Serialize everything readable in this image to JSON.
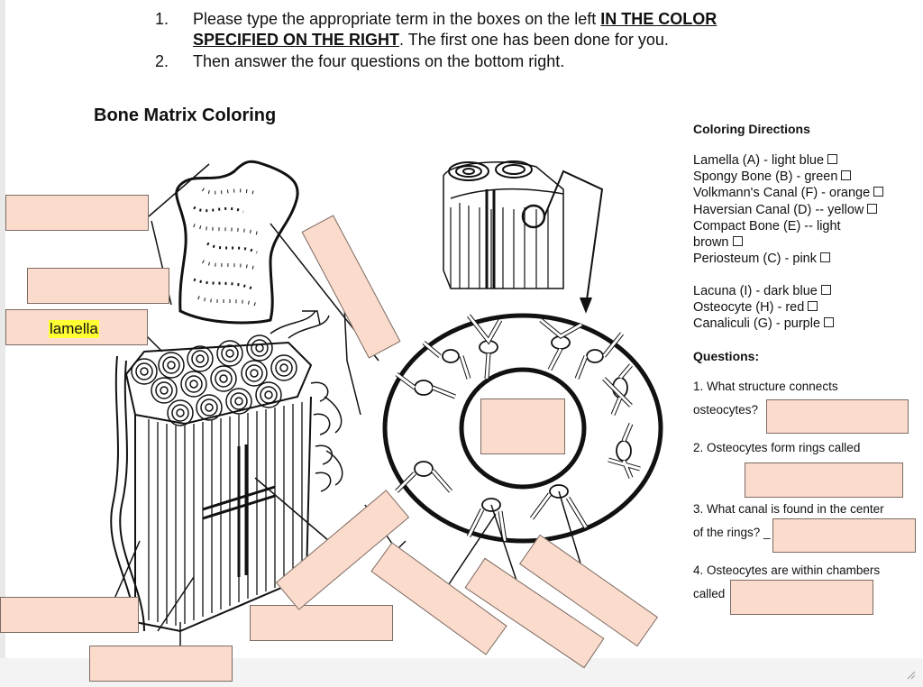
{
  "instructions": [
    {
      "num": "1.",
      "text_before": "Please type the appropriate term in the boxes on the left ",
      "bold1": "IN THE COLOR",
      "bold2": "SPECIFIED ON THE RIGHT",
      "text_after": ". The first one has been done for you."
    },
    {
      "num": "2.",
      "text": "Then answer the four questions on the bottom right."
    }
  ],
  "title": "Bone Matrix Coloring",
  "coloring_directions": {
    "heading": "Coloring Directions",
    "group1": [
      "Lamella (A) - light blue",
      "Spongy Bone (B) - green",
      "Volkmann's Canal (F) - orange",
      "Haversian Canal (D) -- yellow",
      "Compact Bone (E) -- light",
      "brown",
      "Periosteum (C) - pink"
    ],
    "group2": [
      "Lacuna (I) - dark blue",
      "Osteocyte (H) - red",
      "Canaliculi (G) - purple"
    ]
  },
  "questions": {
    "heading": "Questions:",
    "q1a": "1. What structure connects",
    "q1b": "osteocytes?",
    "q2": "2. Osteocytes form rings called",
    "q3a": "3. What canal is found in the center",
    "q3b": "of the rings?",
    "q3blank": "_",
    "q4a": "4. Osteocytes are within chambers",
    "q4b": "called"
  },
  "answer_boxes": {
    "prefilled": "lamella"
  },
  "colors": {
    "box_fill": "#fbdccc",
    "highlight": "#ffff33"
  }
}
